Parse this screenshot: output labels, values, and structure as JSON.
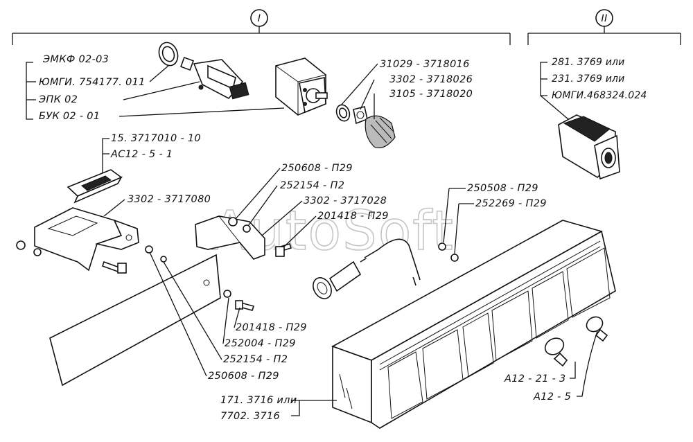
{
  "watermark": "AutoSoft",
  "sections": {
    "section_1": "I",
    "section_2": "II"
  },
  "labels": {
    "emkf": "ЭМКФ 02-03",
    "yumgi_754": "ЮМГИ. 754177. 011",
    "epk": "ЭПК 02",
    "buk": "БУК 02 - 01",
    "p31029": "31029 - 3718016",
    "p3302_026": "3302 - 3718026",
    "p3105": "3105 - 3718020",
    "p15_3717010": "15. 3717010 - 10",
    "ac12": "АС12 - 5 - 1",
    "p3302_080": "3302 - 3717080",
    "p250608_top": "250608 - П29",
    "p252154_top": "252154 - П2",
    "p3302_028": "3302 - 3717028",
    "p201418_top": "201418 - П29",
    "p250508": "250508 - П29",
    "p252269": "252269 - П29",
    "p201418_bot": "201418 - П29",
    "p252004": "252004 - П29",
    "p252154_bot": "252154 - П2",
    "p250608_bot": "250608 - П29",
    "lamp_171": "171. 3716 или",
    "lamp_7702": "7702. 3716",
    "a12_21": "А12 - 21 - 3",
    "a12_5": "А12 - 5",
    "socket_281": "281. 3769 или",
    "socket_231": "231. 3769 или",
    "socket_yumgi": "ЮМГИ.468324.024"
  }
}
